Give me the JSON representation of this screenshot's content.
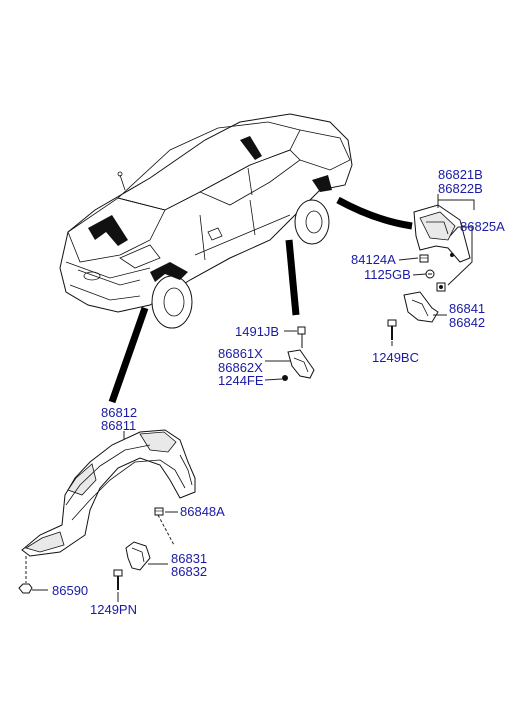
{
  "labels": {
    "l86821B": "86821B",
    "l86822B": "86822B",
    "l86825A": "86825A",
    "l84124A": "84124A",
    "l1125GB": "1125GB",
    "l86841": "86841",
    "l86842": "86842",
    "l1249BC": "1249BC",
    "l1491JB": "1491JB",
    "l86861X": "86861X",
    "l86862X": "86862X",
    "l1244FE": "1244FE",
    "l86812": "86812",
    "l86811": "86811",
    "l86848A": "86848A",
    "l86831": "86831",
    "l86832": "86832",
    "l86590": "86590",
    "l1249PN": "1249PN"
  },
  "colors": {
    "label": "#1a1aa6",
    "line": "#222222"
  }
}
